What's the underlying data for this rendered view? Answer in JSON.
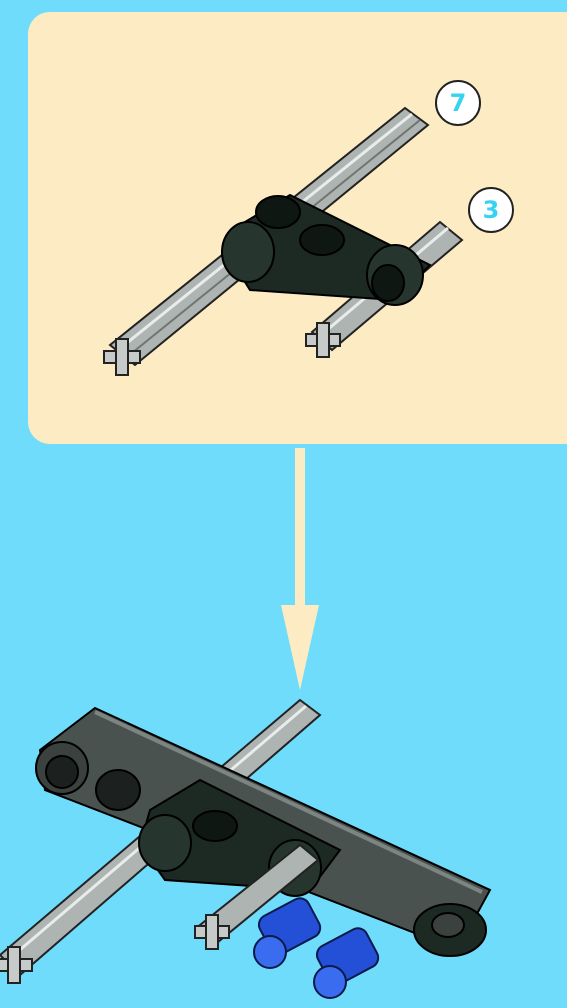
{
  "callouts": [
    {
      "label": "7"
    },
    {
      "label": "3"
    }
  ],
  "colors": {
    "background": "#6fdcfb",
    "panel": "#fdebc4",
    "axle": "#aeb4b2",
    "beam_dark": "#1d2a24",
    "beam_grey": "#4a524f",
    "pin_blue": "#2450d8",
    "arrow": "#fdebc4",
    "callout_text": "#34d3f2"
  },
  "icons": [
    "axle-7-part",
    "axle-3-part",
    "double-connector-part",
    "liftarm-part",
    "blue-pin-part",
    "step-arrow"
  ]
}
